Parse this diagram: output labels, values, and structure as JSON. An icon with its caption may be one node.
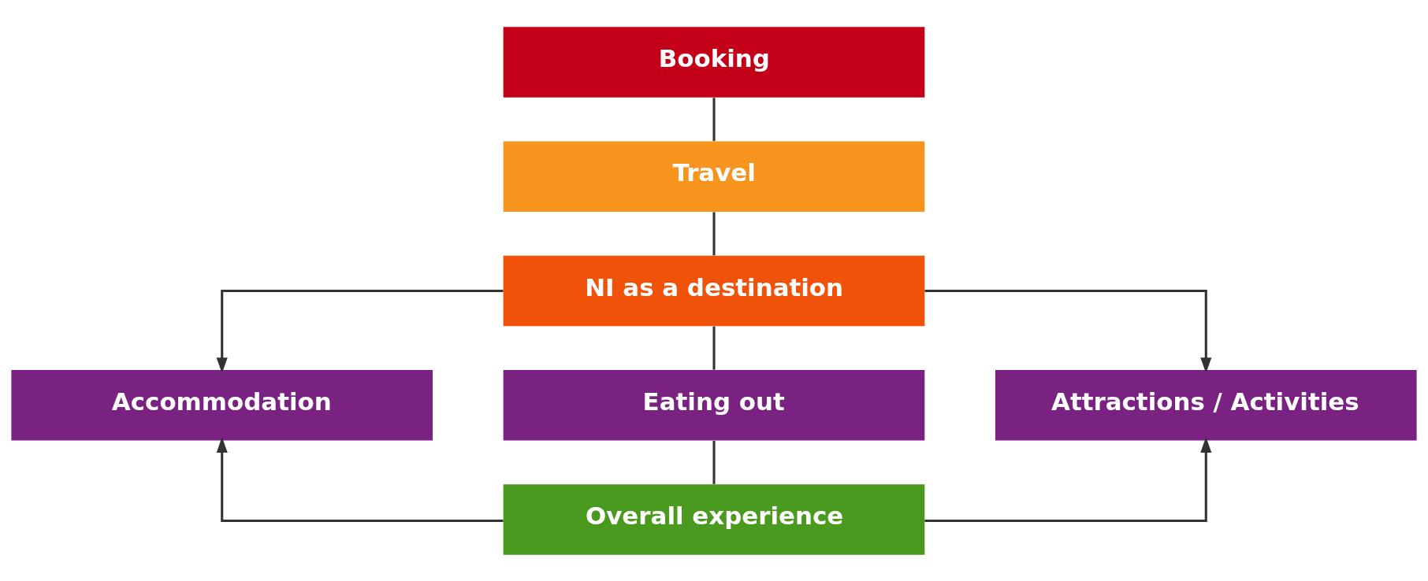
{
  "diagram": {
    "nodes": [
      {
        "text": [
          "Booking"
        ]
      },
      {
        "text": [
          "Travel"
        ]
      },
      {
        "text": [
          "NI as a destination"
        ]
      },
      {
        "text": [
          "Accommodation"
        ]
      },
      {
        "text": [
          "Eating out"
        ]
      },
      {
        "text": [
          "Attractions / Activities"
        ]
      },
      {
        "text": [
          "Overall experience"
        ]
      }
    ],
    "edges": [
      {
        "from": 0,
        "to": 1,
        "arrow": "none"
      },
      {
        "from": 1,
        "to": 2,
        "arrow": "none"
      },
      {
        "from": 2,
        "to": 3,
        "arrow": "to"
      },
      {
        "from": 2,
        "to": 4,
        "arrow": "none"
      },
      {
        "from": 2,
        "to": 5,
        "arrow": "to"
      },
      {
        "from": 4,
        "to": 6,
        "arrow": "none"
      },
      {
        "from": 6,
        "to": 3,
        "arrow": "to"
      },
      {
        "from": 6,
        "to": 5,
        "arrow": "to"
      }
    ]
  }
}
